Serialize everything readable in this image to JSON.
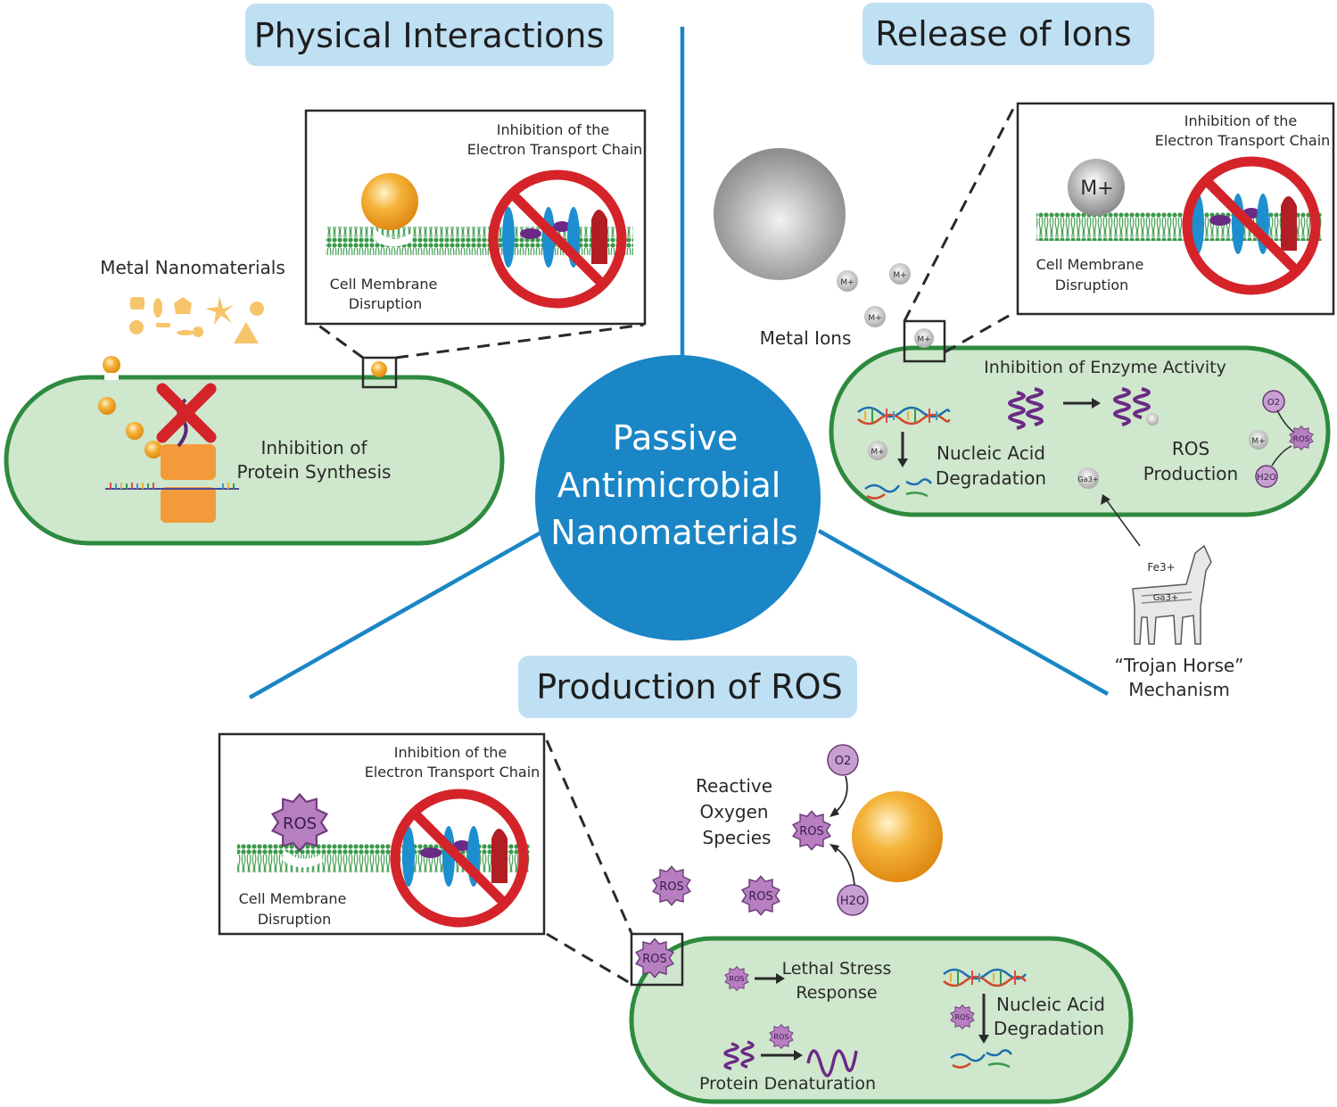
{
  "center": {
    "line1": "Passive",
    "line2": "Antimicrobial",
    "line3": "Nanomaterials",
    "color": "#1a86c6"
  },
  "sections": {
    "physical": "Physical Interactions",
    "ions": "Release of Ions",
    "ros": "Production of ROS"
  },
  "physical": {
    "metal_nanomaterials": "Metal Nanomaterials",
    "inset_title_1": "Inhibition of the",
    "inset_title_2": "Electron Transport Chain",
    "membrane_1": "Cell Membrane",
    "membrane_2": "Disruption",
    "protein_1": "Inhibition of",
    "protein_2": "Protein Synthesis"
  },
  "ions": {
    "inset_title_1": "Inhibition of the",
    "inset_title_2": "Electron Transport Chain",
    "membrane_1": "Cell Membrane",
    "membrane_2": "Disruption",
    "metal_ion_big": "M+",
    "metal_ion_small": "M+",
    "metal_ions_label": "Metal Ions",
    "enzyme": "Inhibition of Enzyme Activity",
    "nucleic_1": "Nucleic Acid",
    "nucleic_2": "Degradation",
    "ros_prod_1": "ROS",
    "ros_prod_2": "Production",
    "o2": "O2",
    "h2o": "H2O",
    "ros": "ROS",
    "ga": "Ga3+",
    "fe": "Fe3+",
    "horse_ga": "Ga3+",
    "trojan_1": "“Trojan Horse”",
    "trojan_2": "Mechanism"
  },
  "rosSection": {
    "inset_title_1": "Inhibition of the",
    "inset_title_2": "Electron Transport Chain",
    "membrane_1": "Cell Membrane",
    "membrane_2": "Disruption",
    "ros": "ROS",
    "reactive_1": "Reactive",
    "reactive_2": "Oxygen",
    "reactive_3": "Species",
    "o2": "O2",
    "h2o": "H2O",
    "lethal_1": "Lethal Stress",
    "lethal_2": "Response",
    "nucleic_1": "Nucleic Acid",
    "nucleic_2": "Degradation",
    "protein_denat": "Protein Denaturation"
  },
  "colors": {
    "cell_fill": "#cfe7cc",
    "cell_stroke": "#2d8a3e",
    "title_box": "#bfe0f3",
    "ros_purple": "#b77fc0",
    "nanoparticle_orange": "#f2a935",
    "no_sign_red": "#d4242a",
    "ribosome_orange": "#f39a3a"
  }
}
